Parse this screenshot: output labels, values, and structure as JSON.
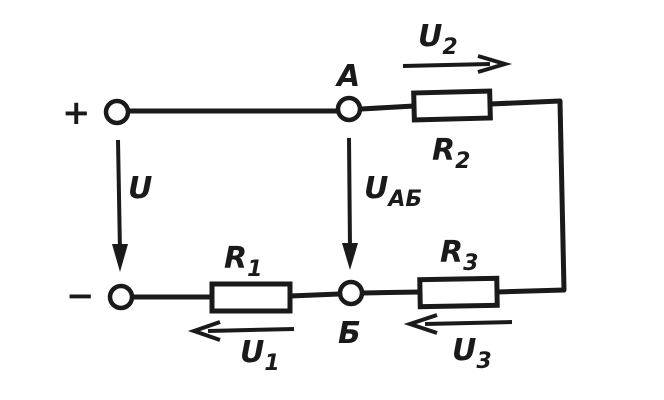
{
  "terminals": {
    "plus_sign": "+",
    "minus_sign": "−"
  },
  "nodes": {
    "a": "A",
    "b": "Б"
  },
  "resistors": {
    "r1": {
      "letter": "R",
      "sub": "1"
    },
    "r2": {
      "letter": "R",
      "sub": "2"
    },
    "r3": {
      "letter": "R",
      "sub": "3"
    }
  },
  "voltages": {
    "u": {
      "letter": "U",
      "sub": ""
    },
    "u1": {
      "letter": "U",
      "sub": "1"
    },
    "u2": {
      "letter": "U",
      "sub": "2"
    },
    "u3": {
      "letter": "U",
      "sub": "3"
    },
    "uab": {
      "letter": "U",
      "sub": "АБ"
    }
  },
  "colors": {
    "ink": "#1a1a1a",
    "background": "#ffffff"
  }
}
